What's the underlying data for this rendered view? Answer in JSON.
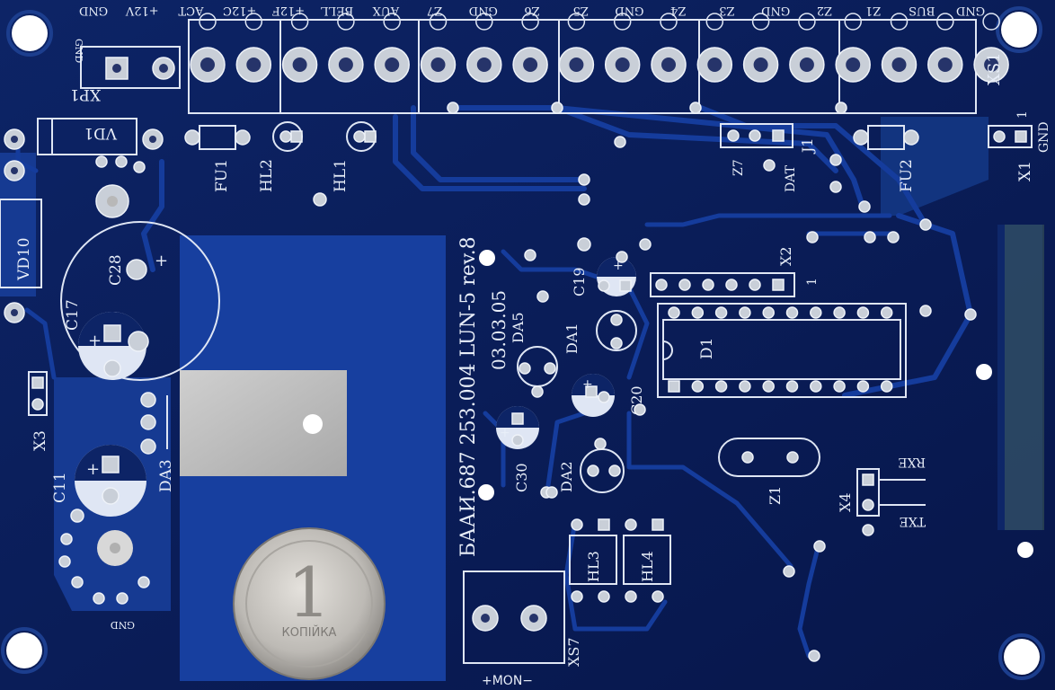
{
  "board": {
    "title": "БААИ.687 253.004 LUN-5 rev.8",
    "date": "03.03.05",
    "colors": {
      "substrate": "#0b1e55",
      "copper": "#173f9f",
      "silk": "#e8eef8",
      "pad": "#c9cfd8",
      "heatsink": "#c8c8c8",
      "coin": "#c7c4c0"
    }
  },
  "xs1": {
    "designator": "XS1",
    "pins": [
      "GND",
      "+12V",
      "ACT",
      "+12C",
      "+12F",
      "BELL",
      "AUX",
      "Z7",
      "GND",
      "Z6",
      "Z5",
      "GND",
      "Z4",
      "Z3",
      "GND",
      "Z2",
      "Z1",
      "BUS",
      "GND"
    ]
  },
  "components": {
    "xp1": "XP1",
    "vd1": "VD1",
    "vd10": "VD10",
    "fu1": "FU1",
    "fu2": "FU2",
    "hl1": "HL1",
    "hl2": "HL2",
    "hl3": "HL3",
    "hl4": "HL4",
    "c17": "C17",
    "c28": "C28",
    "c11": "C11",
    "c19": "C19",
    "c20": "C20",
    "c30": "C30",
    "da1": "DA1",
    "da2": "DA2",
    "da3": "DA3",
    "da5": "DA5",
    "d1": "D1",
    "z1": "Z1",
    "j1": "J1",
    "x1": "X1",
    "x2": "X2",
    "x3": "X3",
    "x4": "X4",
    "xs7": "XS7"
  },
  "labels": {
    "gnd": "GND",
    "gnd_xp1": "GND",
    "gnd_bottom": "GND",
    "pin1": "1",
    "pin1_x2": "1",
    "plus": "+",
    "z7": "Z7",
    "dat": "DAT",
    "rxe": "RXE",
    "txe": "TXE",
    "mon": "+MON−"
  },
  "coin": {
    "value": "1",
    "text": "КОПІЙКА"
  }
}
